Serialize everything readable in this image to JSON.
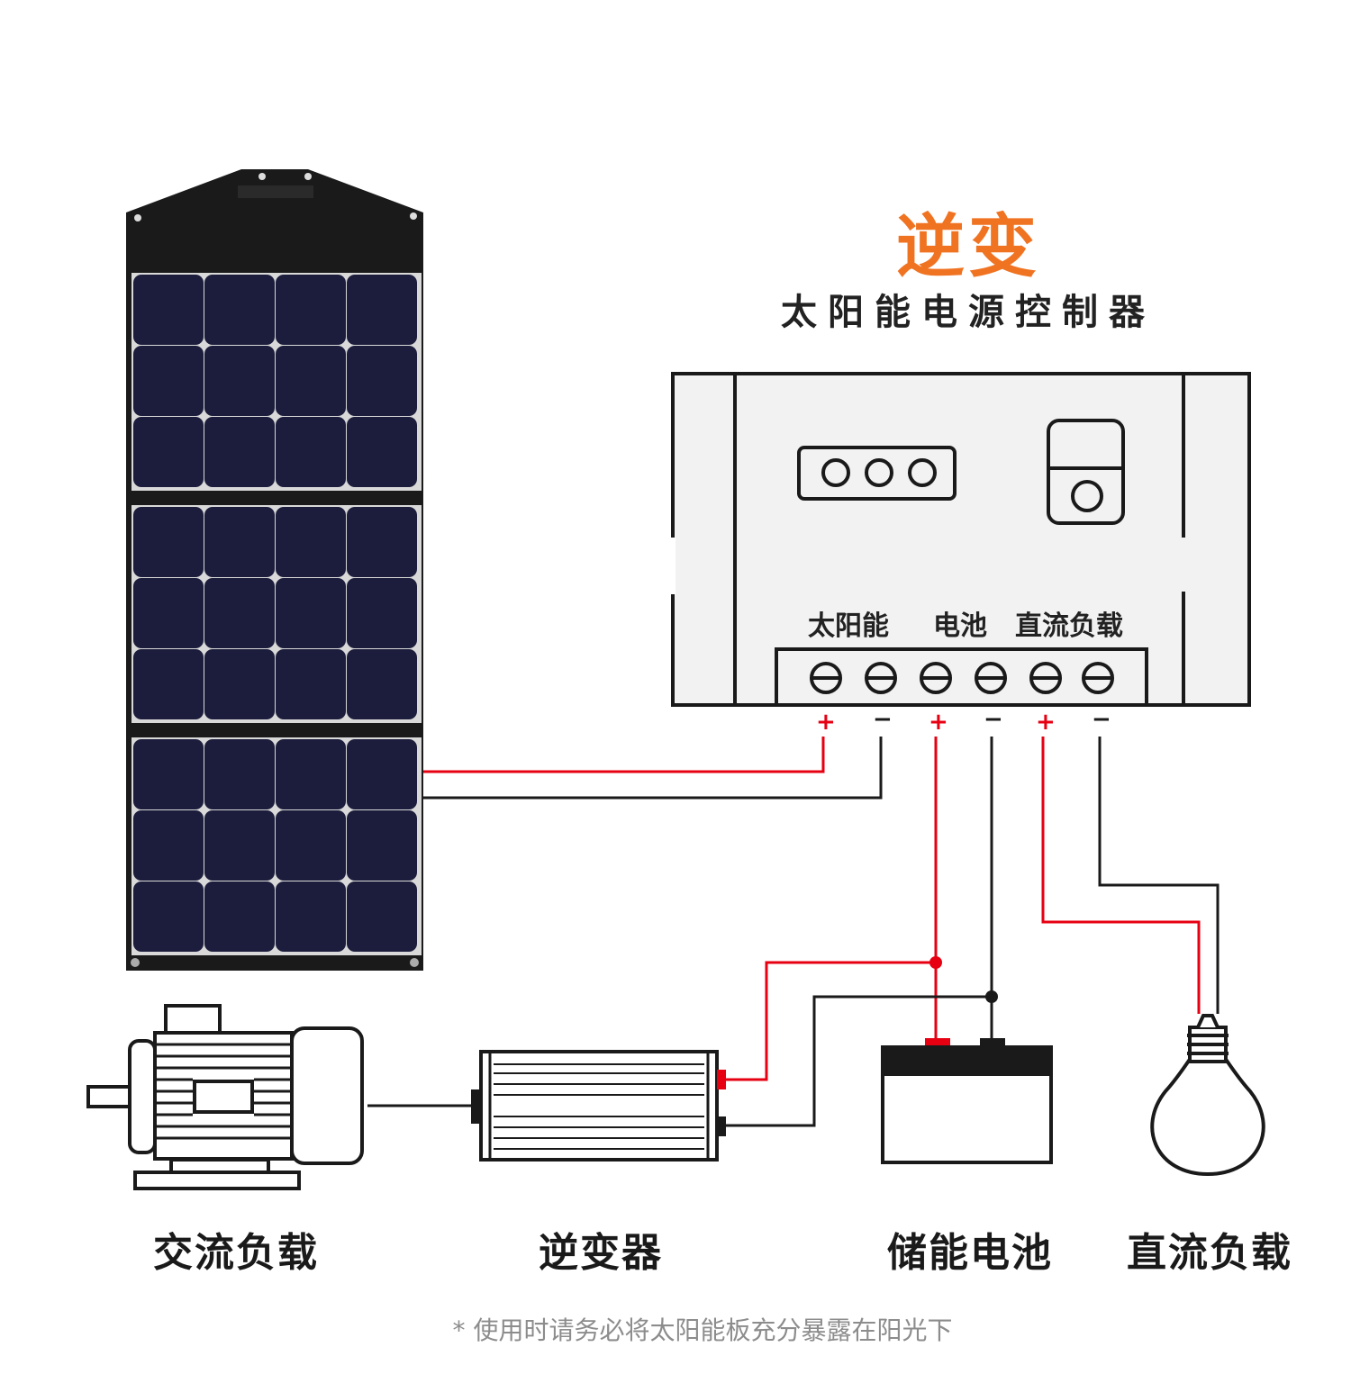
{
  "header": {
    "title": "逆变",
    "subtitle": "太阳能电源控制器"
  },
  "controller": {
    "terminal_labels": [
      "太阳能",
      "电池",
      "直流负载"
    ],
    "polarity": [
      "+",
      "−",
      "+",
      "−",
      "+",
      "−"
    ]
  },
  "components": {
    "ac_load": "交流负载",
    "inverter": "逆变器",
    "battery": "储能电池",
    "dc_load": "直流负载"
  },
  "footnote": "* 使用时请务必将太阳能板充分暴露在阳光下",
  "colors": {
    "title_accent": "#f07322",
    "positive_wire": "#e60012",
    "negative_wire": "#1a1a1a",
    "panel_cell": "#1c1d3c",
    "panel_frame": "#1a1a1a",
    "controller_body": "#f2f2f3"
  }
}
